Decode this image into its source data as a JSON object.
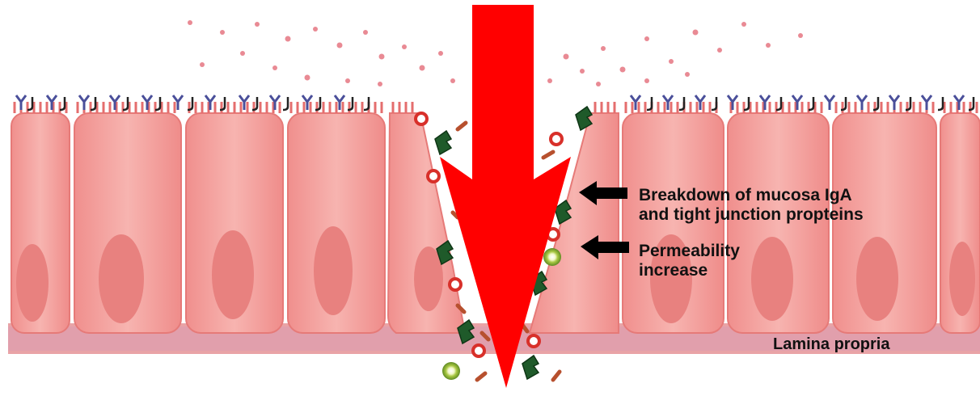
{
  "diagram": {
    "labels": {
      "breakdown_line1": "Breakdown of mucosa IgA",
      "breakdown_line2": "and tight junction propteins",
      "permeability_line1": "Permeability",
      "permeability_line2": "increase",
      "lamina_propria": "Lamina propria"
    },
    "colors": {
      "background": "#ffffff",
      "cell_fill": "#f3a3a0",
      "cell_stroke": "#e67a78",
      "nucleus": "#e8817f",
      "lamina": "#e9a3a6",
      "big_arrow": "#ff0000",
      "antibody": "#4a4f9a",
      "antigen_dots": "#e98a94",
      "protein_green": "#1f5a2a",
      "ring_red": "#d8302a",
      "ring_green": "#a9c843",
      "small_arrow": "#000000"
    },
    "icons": [
      "antibody-icon",
      "protein-fragment-icon",
      "antigen-particle-icon",
      "pointer-arrow-icon"
    ]
  }
}
